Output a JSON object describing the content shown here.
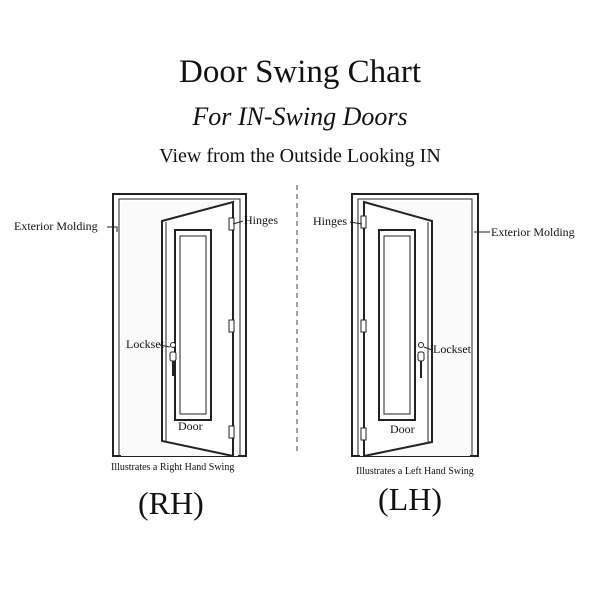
{
  "header": {
    "title": "Door Swing Chart",
    "subtitle": "For IN-Swing Doors",
    "view": "View from the Outside Looking IN"
  },
  "right_door": {
    "exterior_molding": "Exterior Molding",
    "hinges": "Hinges",
    "lockset": "Lockset",
    "door": "Door",
    "caption": "Illustrates a Right Hand Swing",
    "code": "(RH)"
  },
  "left_door": {
    "hinges": "Hinges",
    "exterior_molding": "Exterior Molding",
    "lockset": "Lockset",
    "door": "Door",
    "caption": "Illustrates a Left Hand Swing",
    "code": "(LH)"
  }
}
